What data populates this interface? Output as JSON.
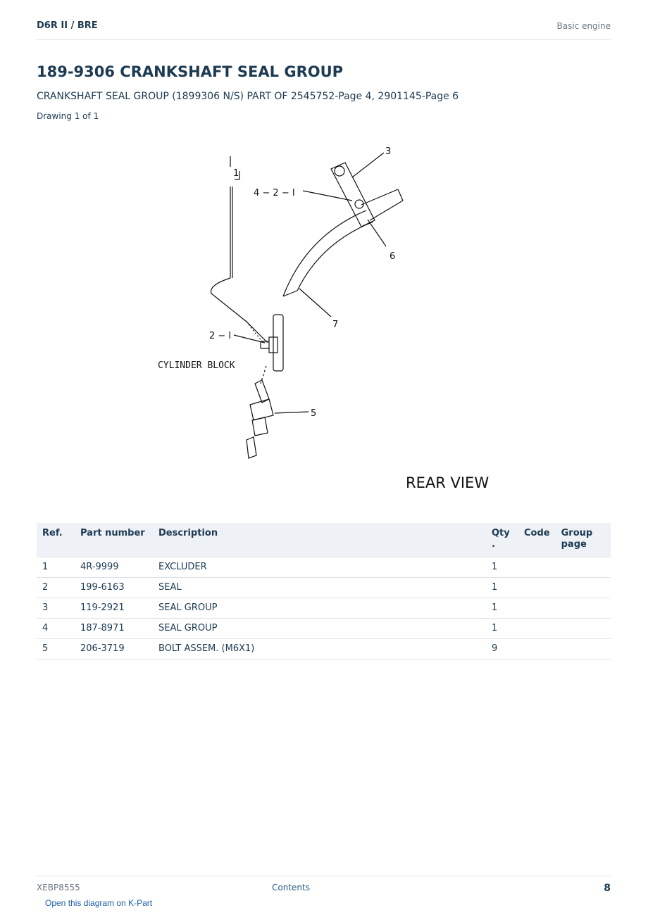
{
  "header": {
    "model": "D6R II  /  BRE",
    "section": "Basic engine"
  },
  "title": "189-9306 CRANKSHAFT SEAL GROUP",
  "subtitle": "CRANKSHAFT SEAL GROUP (1899306 N/S) PART OF 2545752-Page 4, 2901145-Page 6",
  "drawing_label": "Drawing 1 of 1",
  "diagram": {
    "callouts": [
      "1",
      "4 − 2 − I",
      "3",
      "6",
      "7",
      "2 − I",
      "5"
    ],
    "label_block": "CYLINDER BLOCK",
    "label_view": "REAR  VIEW"
  },
  "table": {
    "headers": [
      "Ref.",
      "Part number",
      "Description",
      "Qty\n.",
      "Code",
      "Group\npage"
    ],
    "rows": [
      [
        "1",
        "4R-9999",
        "EXCLUDER",
        "1",
        "",
        ""
      ],
      [
        "2",
        "199-6163",
        "SEAL",
        "1",
        "",
        ""
      ],
      [
        "3",
        "119-2921",
        "SEAL GROUP",
        "1",
        "",
        ""
      ],
      [
        "4",
        "187-8971",
        "SEAL GROUP",
        "1",
        "",
        ""
      ],
      [
        "5",
        "206-3719",
        "BOLT ASSEM. (M6X1)",
        "9",
        "",
        ""
      ]
    ]
  },
  "footer": {
    "doc_id": "XEBP8555",
    "contents_link": "Contents",
    "page_number": "8"
  },
  "kpart_link": "Open this diagram on K-Part"
}
